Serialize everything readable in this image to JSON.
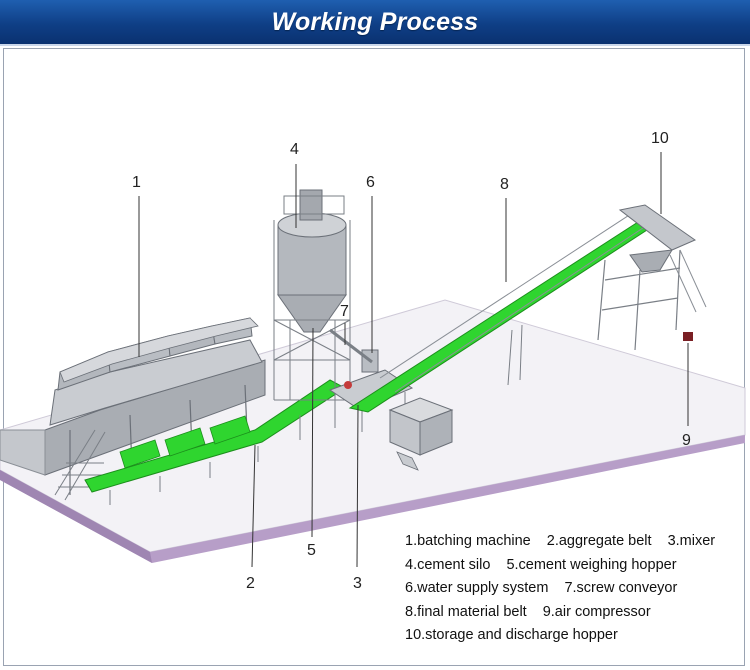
{
  "header": {
    "title": "Working Process"
  },
  "callouts": [
    "1",
    "2",
    "3",
    "4",
    "5",
    "6",
    "7",
    "8",
    "9",
    "10"
  ],
  "legend": [
    [
      "1.batching machine",
      "2.aggregate belt",
      "3.mixer"
    ],
    [
      "4.cement silo",
      "5.cement weighing hopper"
    ],
    [
      "6.water supply system",
      "7.screw conveyor"
    ],
    [
      "8.final material belt",
      "9.air compressor"
    ],
    [
      "10.storage and discharge hopper"
    ]
  ],
  "colors": {
    "header": "#0f3f86",
    "belt": "#2fd52f",
    "steel": "#8f949b",
    "platform_top": "#f3f2f6",
    "platform_side": "#b79ec8"
  }
}
